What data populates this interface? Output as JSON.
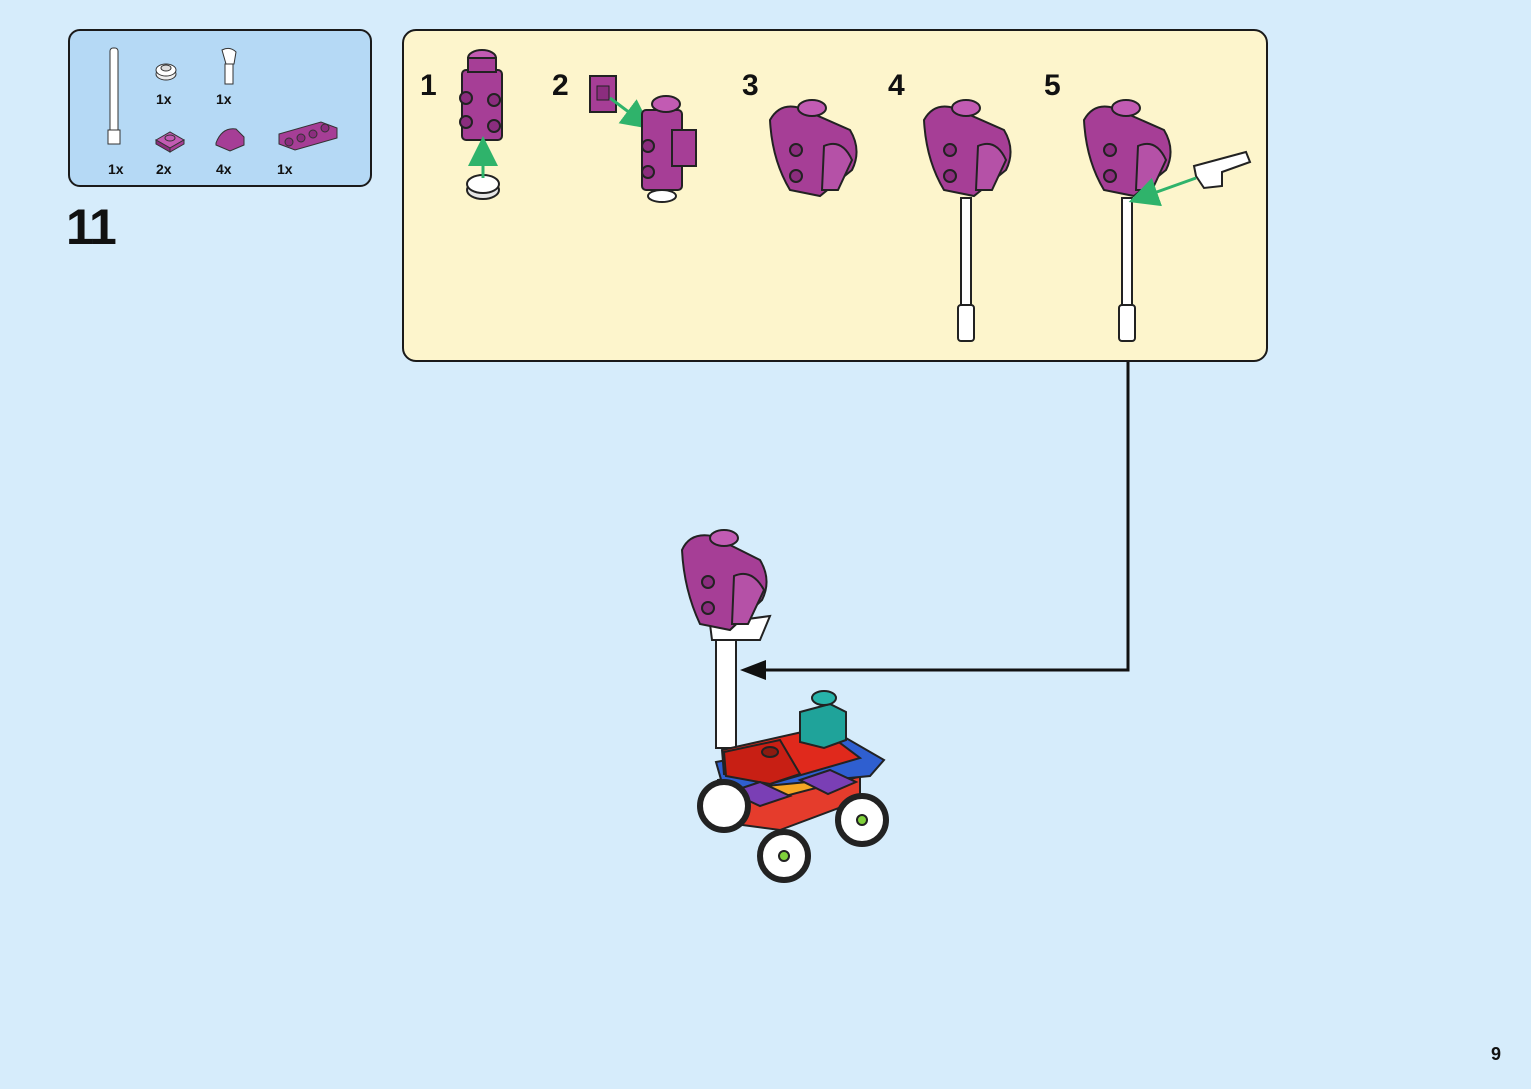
{
  "parts": [
    {
      "name": "white-bar",
      "qty": "1x"
    },
    {
      "name": "round-plate-white",
      "qty": "1x"
    },
    {
      "name": "white-clip",
      "qty": "1x"
    },
    {
      "name": "magenta-plate-1x1",
      "qty": "2x"
    },
    {
      "name": "magenta-curved-slope",
      "qty": "4x"
    },
    {
      "name": "magenta-brick-with-studs-on-sides",
      "qty": "1x"
    }
  ],
  "step_number": "11",
  "substeps": [
    "1",
    "2",
    "3",
    "4",
    "5"
  ],
  "page_number": "9",
  "colors": {
    "background": "#d6ecfb",
    "parts_box": "#b5d9f5",
    "substep_box": "#fdf5cc",
    "magenta": "#a63e96",
    "arrow_green": "#2fb36b"
  }
}
